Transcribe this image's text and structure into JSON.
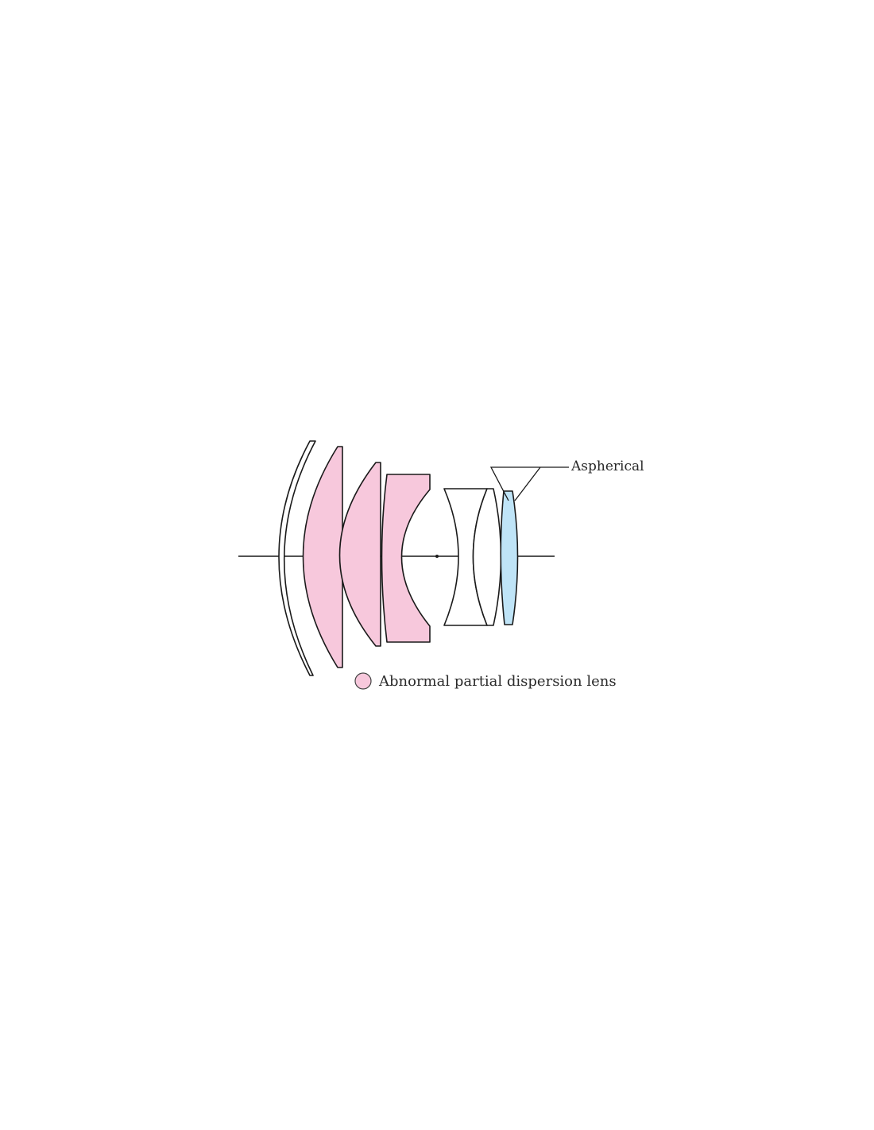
{
  "diagram": {
    "aspherical_label": "Aspherical",
    "legend_label": "Abnormal partial dispersion lens"
  },
  "colors": {
    "abnormal_dispersion_fill": "#f7c8dc",
    "aspherical_fill": "#bfe4f7",
    "plain_glass_fill": "#ffffff",
    "outline": "#1a1a1a"
  },
  "elements": [
    {
      "name": "front-meniscus-lens",
      "type": "plain glass"
    },
    {
      "name": "second-meniscus-lens",
      "type": "abnormal partial dispersion"
    },
    {
      "name": "third-meniscus-lens",
      "type": "abnormal partial dispersion"
    },
    {
      "name": "concave-lens",
      "type": "abnormal partial dispersion"
    },
    {
      "name": "biconcave-lens",
      "type": "plain glass"
    },
    {
      "name": "biconvex-lens",
      "type": "plain glass"
    },
    {
      "name": "aspherical-lens",
      "type": "aspherical"
    }
  ]
}
